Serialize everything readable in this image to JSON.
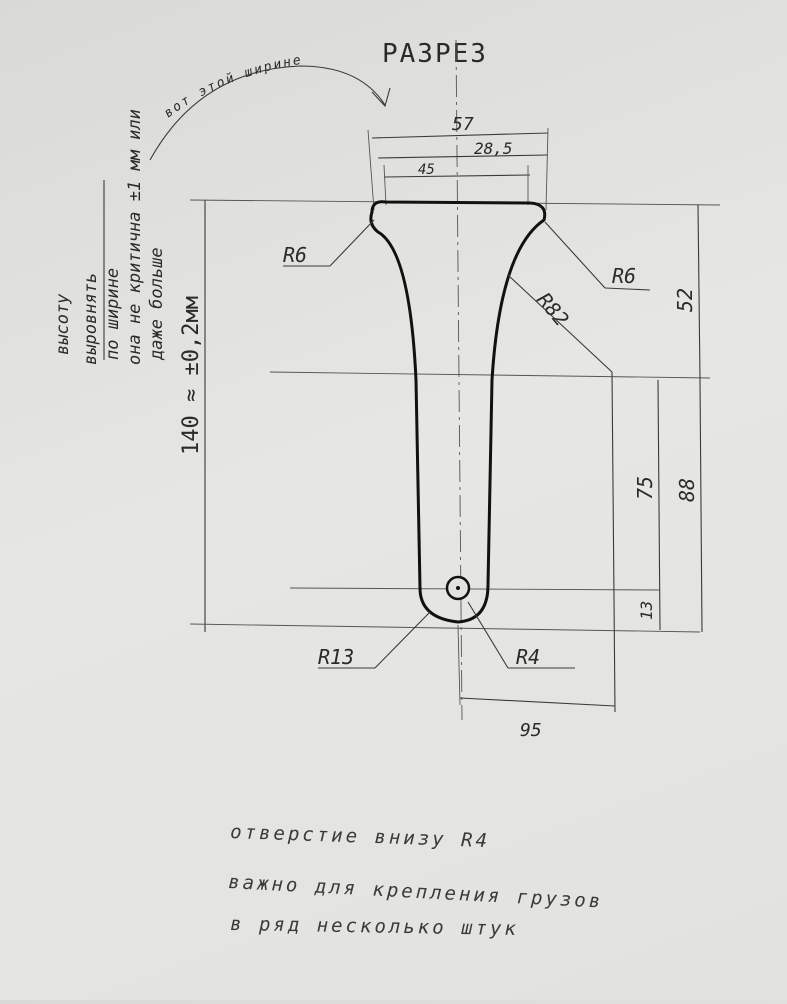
{
  "title": "РАЗРЕЗ",
  "width_note": "вот этой ширине",
  "left_note_lines": [
    "высоту",
    "выровнять",
    "по ширине",
    "она не критична ±1 мм или",
    "даже больше"
  ],
  "height_label": "140 ≈ ±0,2мм",
  "dimensions": {
    "top_width": "57",
    "inner_width": "45",
    "half_width": "28,5",
    "r_top_left": "R6",
    "r_top_right": "R6",
    "r_side": "R82",
    "h_52": "52",
    "h_75": "75",
    "h_88": "88",
    "h_13": "13",
    "r_bottom": "R13",
    "r_hole": "R4",
    "w_95": "95"
  },
  "notes": [
    "отверстие внизу R4",
    "важно для крепления грузов",
    "в ряд несколько штук"
  ],
  "colors": {
    "ink": "#2a2a2a",
    "paper": "#e2e2df",
    "outline": "#111111"
  }
}
